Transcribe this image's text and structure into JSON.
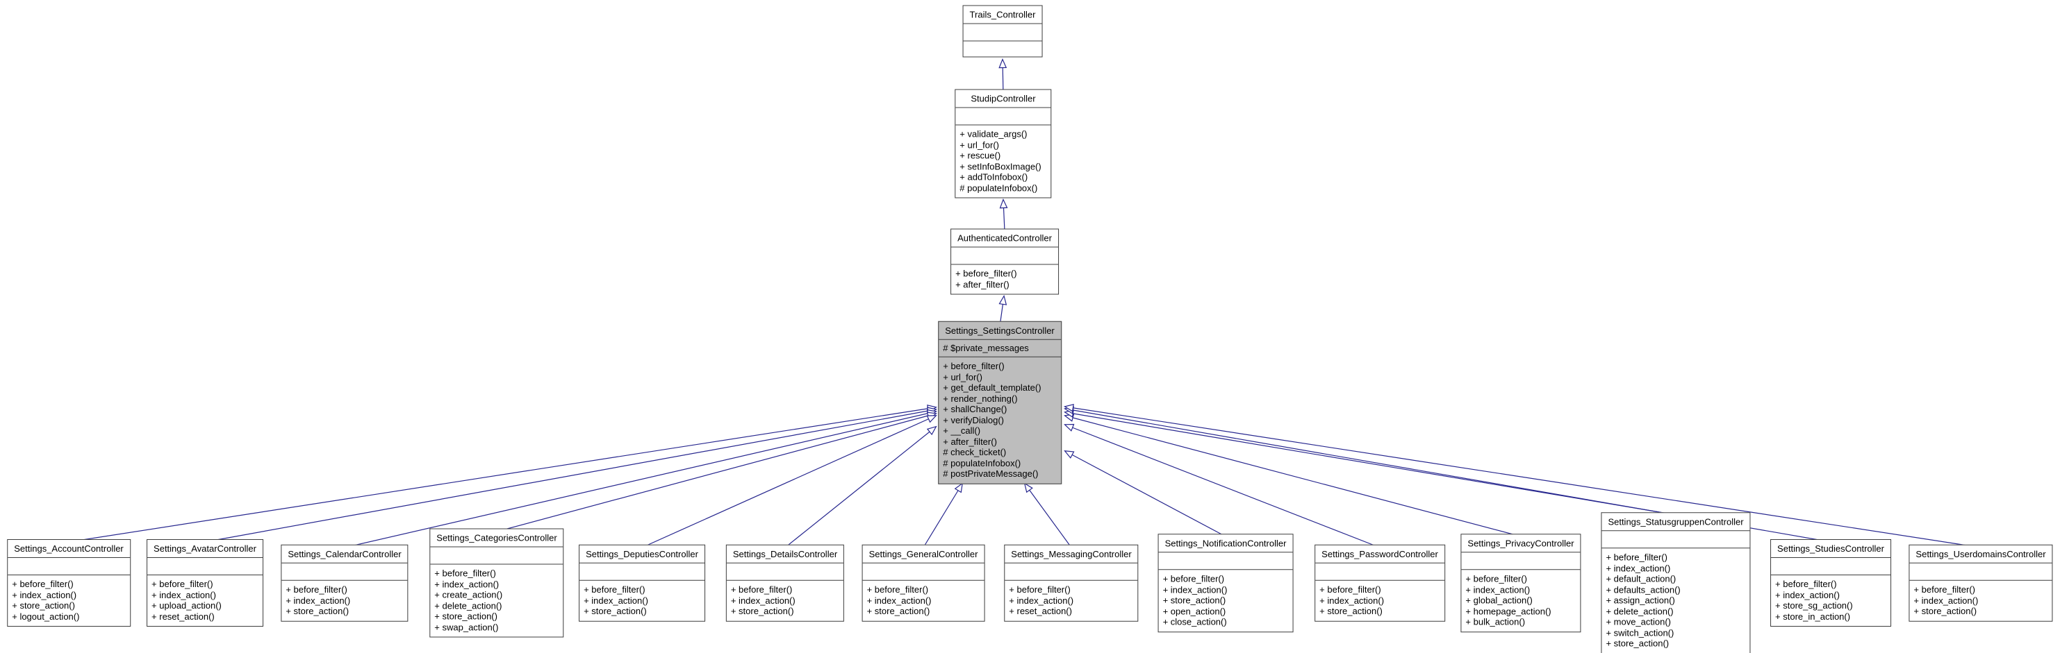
{
  "diagram_type": "uml-class-inheritance-diagram",
  "colors": {
    "edge": "#26268e",
    "highlighted_class_bg": "#bdbdbd",
    "box_border": "#3c3c3c",
    "box_bg": "#ffffff"
  },
  "classes": [
    {
      "name": "Trails_Controller",
      "attributes": [],
      "methods": []
    },
    {
      "name": "StudipController",
      "attributes": [],
      "methods": [
        "+ validate_args()",
        "+ url_for()",
        "+ rescue()",
        "+ setInfoBoxImage()",
        "+ addToInfobox()",
        "# populateInfobox()"
      ]
    },
    {
      "name": "AuthenticatedController",
      "attributes": [],
      "methods": [
        "+ before_filter()",
        "+ after_filter()"
      ]
    },
    {
      "name": "Settings_SettingsController",
      "attributes": [
        "# $private_messages"
      ],
      "methods": [
        "+ before_filter()",
        "+ url_for()",
        "+ get_default_template()",
        "+ render_nothing()",
        "+ shallChange()",
        "+ verifyDialog()",
        "+ __call()",
        "+ after_filter()",
        "# check_ticket()",
        "# populateInfobox()",
        "# postPrivateMessage()"
      ]
    },
    {
      "name": "Settings_AccountController",
      "attributes": [],
      "methods": [
        "+ before_filter()",
        "+ index_action()",
        "+ store_action()",
        "+ logout_action()"
      ]
    },
    {
      "name": "Settings_AvatarController",
      "attributes": [],
      "methods": [
        "+ before_filter()",
        "+ index_action()",
        "+ upload_action()",
        "+ reset_action()"
      ]
    },
    {
      "name": "Settings_CalendarController",
      "attributes": [],
      "methods": [
        "+ before_filter()",
        "+ index_action()",
        "+ store_action()"
      ]
    },
    {
      "name": "Settings_CategoriesController",
      "attributes": [],
      "methods": [
        "+ before_filter()",
        "+ index_action()",
        "+ create_action()",
        "+ delete_action()",
        "+ store_action()",
        "+ swap_action()"
      ]
    },
    {
      "name": "Settings_DeputiesController",
      "attributes": [],
      "methods": [
        "+ before_filter()",
        "+ index_action()",
        "+ store_action()"
      ]
    },
    {
      "name": "Settings_DetailsController",
      "attributes": [],
      "methods": [
        "+ before_filter()",
        "+ index_action()",
        "+ store_action()"
      ]
    },
    {
      "name": "Settings_GeneralController",
      "attributes": [],
      "methods": [
        "+ before_filter()",
        "+ index_action()",
        "+ store_action()"
      ]
    },
    {
      "name": "Settings_MessagingController",
      "attributes": [],
      "methods": [
        "+ before_filter()",
        "+ index_action()",
        "+ reset_action()"
      ]
    },
    {
      "name": "Settings_NotificationController",
      "attributes": [],
      "methods": [
        "+ before_filter()",
        "+ index_action()",
        "+ store_action()",
        "+ open_action()",
        "+ close_action()"
      ]
    },
    {
      "name": "Settings_PasswordController",
      "attributes": [],
      "methods": [
        "+ before_filter()",
        "+ index_action()",
        "+ store_action()"
      ]
    },
    {
      "name": "Settings_PrivacyController",
      "attributes": [],
      "methods": [
        "+ before_filter()",
        "+ index_action()",
        "+ global_action()",
        "+ homepage_action()",
        "+ bulk_action()"
      ]
    },
    {
      "name": "Settings_StatusgruppenController",
      "attributes": [],
      "methods": [
        "+ before_filter()",
        "+ index_action()",
        "+ default_action()",
        "+ defaults_action()",
        "+ assign_action()",
        "+ delete_action()",
        "+ move_action()",
        "+ switch_action()",
        "+ store_action()"
      ]
    },
    {
      "name": "Settings_StudiesController",
      "attributes": [],
      "methods": [
        "+ before_filter()",
        "+ index_action()",
        "+ store_sg_action()",
        "+ store_in_action()"
      ]
    },
    {
      "name": "Settings_UserdomainsController",
      "attributes": [],
      "methods": [
        "+ before_filter()",
        "+ index_action()",
        "+ store_action()"
      ]
    }
  ],
  "relations": [
    {
      "from": "StudipController",
      "to": "Trails_Controller",
      "type": "inheritance"
    },
    {
      "from": "AuthenticatedController",
      "to": "StudipController",
      "type": "inheritance"
    },
    {
      "from": "Settings_SettingsController",
      "to": "AuthenticatedController",
      "type": "inheritance"
    },
    {
      "from": "Settings_AccountController",
      "to": "Settings_SettingsController",
      "type": "inheritance"
    },
    {
      "from": "Settings_AvatarController",
      "to": "Settings_SettingsController",
      "type": "inheritance"
    },
    {
      "from": "Settings_CalendarController",
      "to": "Settings_SettingsController",
      "type": "inheritance"
    },
    {
      "from": "Settings_CategoriesController",
      "to": "Settings_SettingsController",
      "type": "inheritance"
    },
    {
      "from": "Settings_DeputiesController",
      "to": "Settings_SettingsController",
      "type": "inheritance"
    },
    {
      "from": "Settings_DetailsController",
      "to": "Settings_SettingsController",
      "type": "inheritance"
    },
    {
      "from": "Settings_GeneralController",
      "to": "Settings_SettingsController",
      "type": "inheritance"
    },
    {
      "from": "Settings_MessagingController",
      "to": "Settings_SettingsController",
      "type": "inheritance"
    },
    {
      "from": "Settings_NotificationController",
      "to": "Settings_SettingsController",
      "type": "inheritance"
    },
    {
      "from": "Settings_PasswordController",
      "to": "Settings_SettingsController",
      "type": "inheritance"
    },
    {
      "from": "Settings_PrivacyController",
      "to": "Settings_SettingsController",
      "type": "inheritance"
    },
    {
      "from": "Settings_StatusgruppenController",
      "to": "Settings_SettingsController",
      "type": "inheritance"
    },
    {
      "from": "Settings_StudiesController",
      "to": "Settings_SettingsController",
      "type": "inheritance"
    },
    {
      "from": "Settings_UserdomainsController",
      "to": "Settings_SettingsController",
      "type": "inheritance"
    }
  ]
}
